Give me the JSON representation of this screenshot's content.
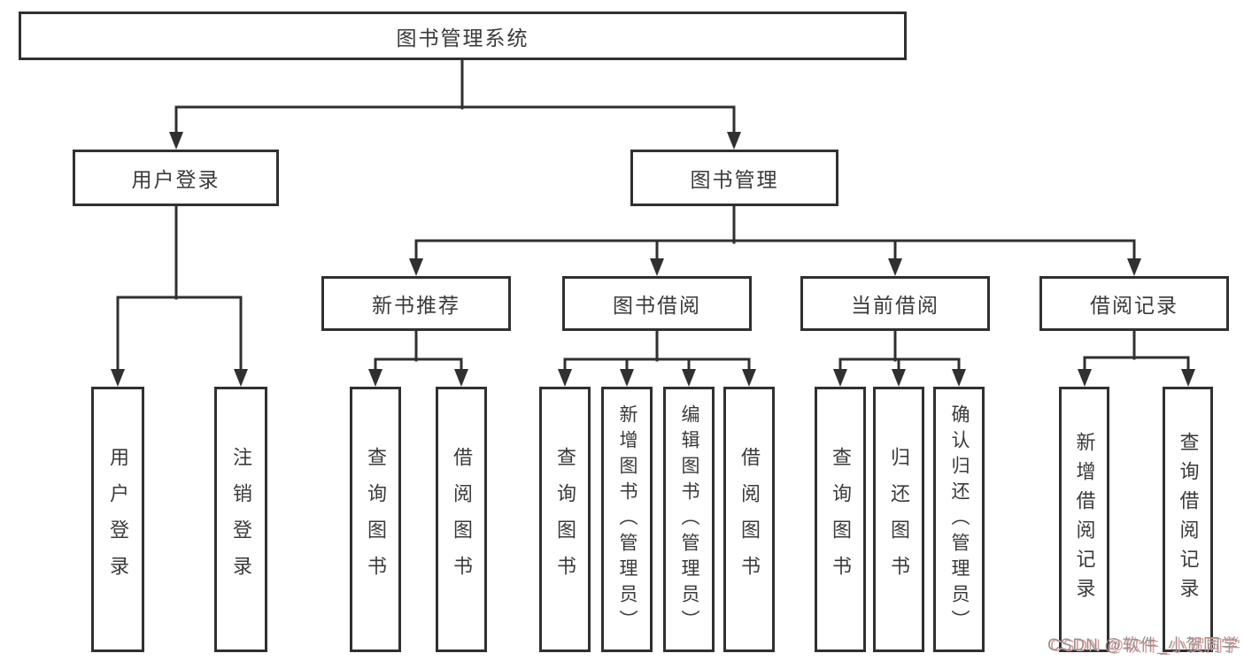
{
  "diagram": {
    "root": {
      "label": "图书管理系统",
      "children": [
        {
          "label": "用户登录",
          "children": [
            {
              "label": "用户登录"
            },
            {
              "label": "注销登录"
            }
          ]
        },
        {
          "label": "图书管理",
          "children": [
            {
              "label": "新书推荐",
              "children": [
                {
                  "label": "查询图书"
                },
                {
                  "label": "借阅图书"
                }
              ]
            },
            {
              "label": "图书借阅",
              "children": [
                {
                  "label": "查询图书"
                },
                {
                  "label": "新增图书（管理员）"
                },
                {
                  "label": "编辑图书（管理员）"
                },
                {
                  "label": "借阅图书"
                }
              ]
            },
            {
              "label": "当前借阅",
              "children": [
                {
                  "label": "查询图书"
                },
                {
                  "label": "归还图书"
                },
                {
                  "label": "确认归还（管理员）"
                }
              ]
            },
            {
              "label": "借阅记录",
              "children": [
                {
                  "label": "新增借阅记录"
                },
                {
                  "label": "查询借阅记录"
                }
              ]
            }
          ]
        }
      ]
    },
    "watermark": "CSDN @软件_小贺同学",
    "colors": {
      "line": "#303030",
      "text": "#3a3a3a",
      "box_background": "#ffffff",
      "background": "#ffffff",
      "watermark": "#949494",
      "watermark_shadow": "#e59a9a"
    }
  }
}
